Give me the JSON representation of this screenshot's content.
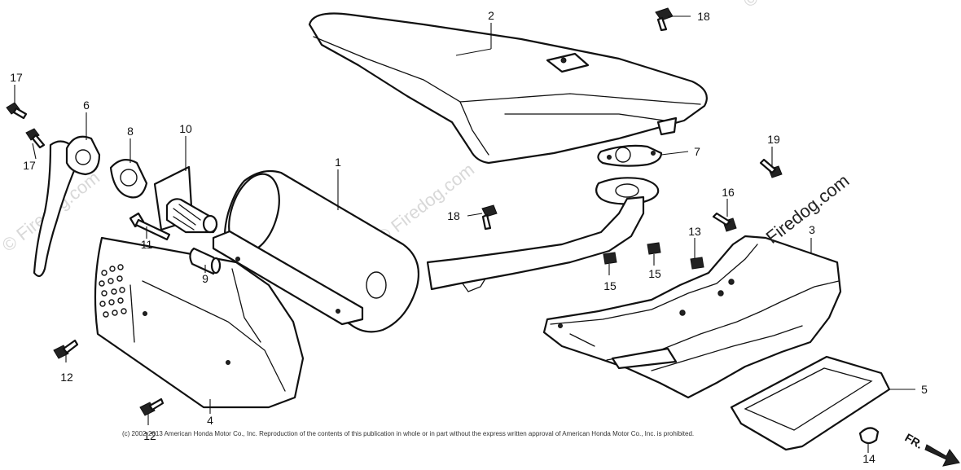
{
  "watermark": {
    "main": "Firedog.com",
    "faint": "© Firedog.com"
  },
  "copyright": "(c) 2002-2013 American Honda Motor Co., Inc. Reproduction of the contents of this publication in whole or in part without the express written approval of American Honda Motor Co., Inc. is prohibited.",
  "direction_label": "FR.",
  "callouts": {
    "c1": "1",
    "c2": "2",
    "c3": "3",
    "c4": "4",
    "c5": "5",
    "c6": "6",
    "c7": "7",
    "c8": "8",
    "c9": "9",
    "c10": "10",
    "c11": "11",
    "c12a": "12",
    "c12b": "12",
    "c13": "13",
    "c14": "14",
    "c15a": "15",
    "c15b": "15",
    "c16": "16",
    "c17a": "17",
    "c17b": "17",
    "c18a": "18",
    "c18b": "18",
    "c19": "19"
  }
}
